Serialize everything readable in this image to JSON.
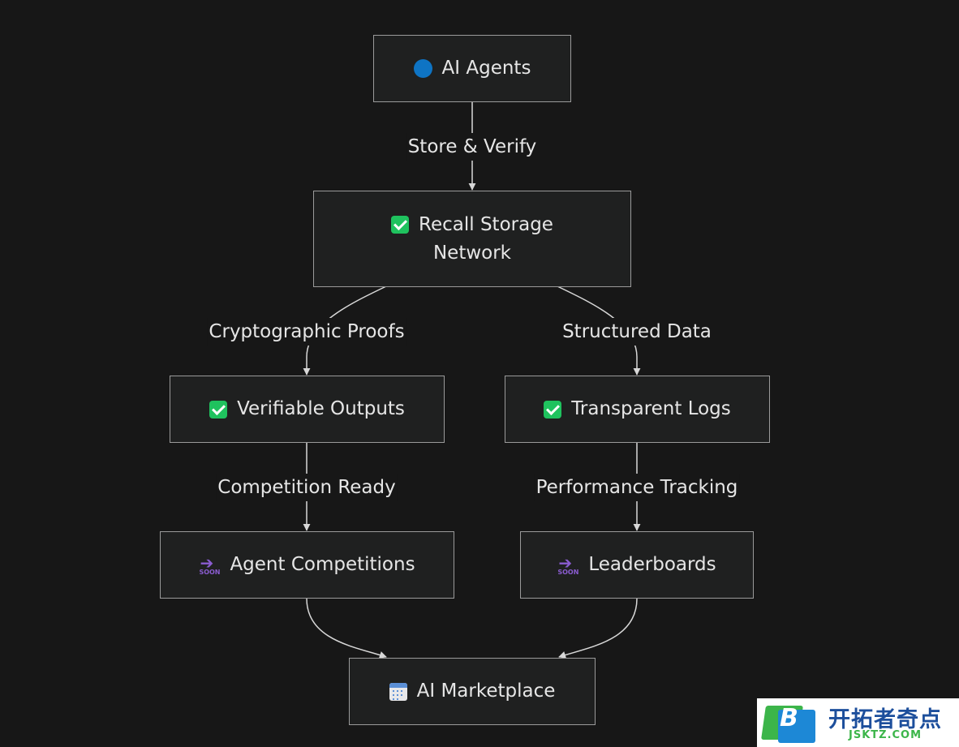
{
  "nodes": {
    "agents": {
      "label": "AI Agents",
      "icon": "blue-circle-icon"
    },
    "recall": {
      "line1": "Recall Storage",
      "line2": "Network",
      "icon": "check-mark-icon"
    },
    "verifiable": {
      "label": "Verifiable Outputs",
      "icon": "check-mark-icon"
    },
    "logs": {
      "label": "Transparent Logs",
      "icon": "check-mark-icon"
    },
    "competitions": {
      "label": "Agent Competitions",
      "icon": "soon-arrow-icon"
    },
    "leaderboards": {
      "label": "Leaderboards",
      "icon": "soon-arrow-icon"
    },
    "marketplace": {
      "label": "AI Marketplace",
      "icon": "calendar-icon"
    }
  },
  "edges": {
    "store_verify": "Store & Verify",
    "crypto_proofs": "Cryptographic Proofs",
    "structured_data": "Structured Data",
    "competition_ready": "Competition Ready",
    "performance_tracking": "Performance Tracking"
  },
  "icons": {
    "soon_text": "SOON"
  },
  "watermark": {
    "logo_letter": "B",
    "title": "开拓者奇点",
    "domain": "JSKTZ.COM"
  },
  "colors": {
    "background": "#171717",
    "node_fill": "#1f2020",
    "node_border": "#9a9a9a",
    "edge": "#d8d8d8"
  }
}
